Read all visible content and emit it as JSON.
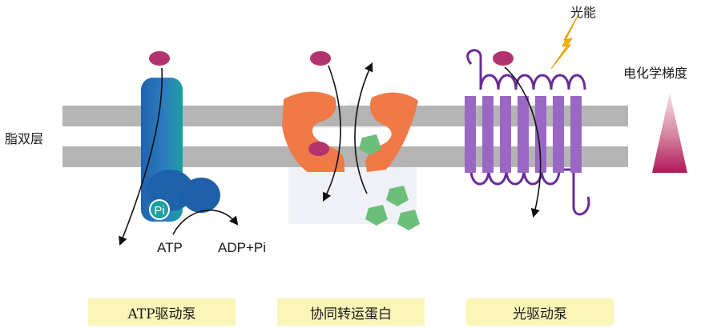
{
  "labels": {
    "lipid_bilayer": "脂双层",
    "light_energy": "光能",
    "electrochemical_gradient": "电化学梯度",
    "atp": "ATP",
    "adp_pi": "ADP+Pi",
    "pi": "Pi"
  },
  "captions": {
    "atp_pump": "ATP驱动泵",
    "cotransporter": "协同转运蛋白",
    "light_pump": "光驱动泵"
  },
  "colors": {
    "membrane": "#b4b4b4",
    "solute": "#b3336e",
    "cotransport_protein": "#ef7a47",
    "cotransported_molecule": "#6cbf7a",
    "light_pump": "#9a68c4",
    "light_pump_loop": "#6a2b96",
    "light_bolt": "#f5b800",
    "atp_pump_top": "#2a7fc1",
    "atp_pump_bottom": "#1b5fa6",
    "caption_background": "#fbf5b8"
  }
}
